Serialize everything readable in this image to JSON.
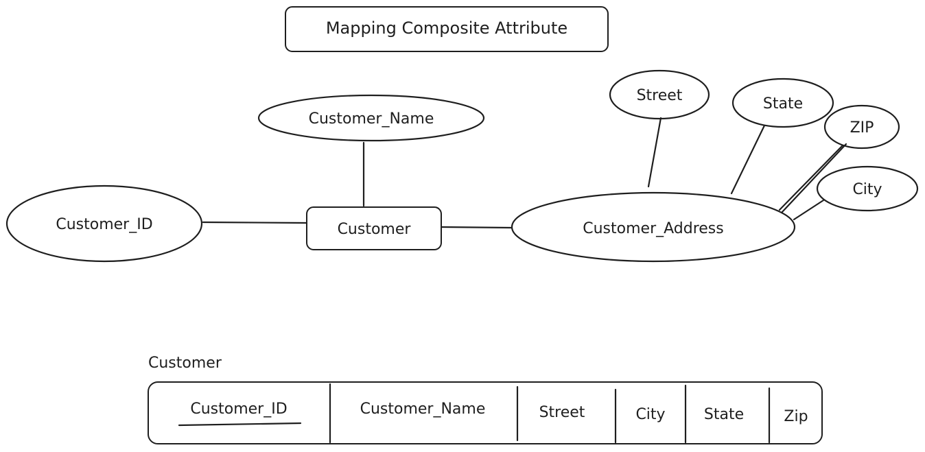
{
  "title": "Mapping Composite Attribute",
  "entity": {
    "label": "Customer"
  },
  "attributes": {
    "customer_name": "Customer_Name",
    "customer_id": "Customer_ID",
    "customer_address": "Customer_Address",
    "street": "Street",
    "state": "State",
    "zip": "ZIP",
    "city": "City"
  },
  "table": {
    "name": "Customer",
    "columns": [
      {
        "label": "Customer_ID",
        "primary_key": true
      },
      {
        "label": "Customer_Name",
        "primary_key": false
      },
      {
        "label": "Street",
        "primary_key": false
      },
      {
        "label": "City",
        "primary_key": false
      },
      {
        "label": "State",
        "primary_key": false
      },
      {
        "label": "Zip",
        "primary_key": false
      }
    ]
  },
  "colors": {
    "stroke": "#1e1e1e",
    "background": "#ffffff"
  }
}
